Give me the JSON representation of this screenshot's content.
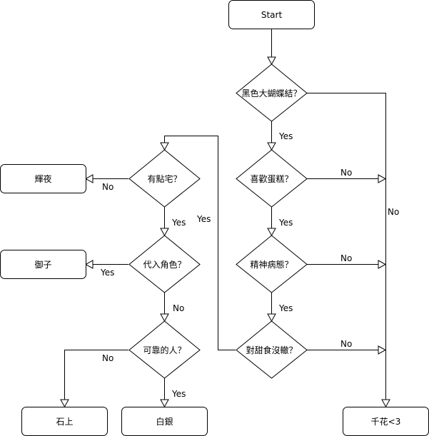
{
  "diagram": {
    "type": "flowchart",
    "nodes": {
      "start": {
        "label": "Start",
        "shape": "terminal"
      },
      "q_black_bow": {
        "label": "黑色大蝴蝶結？",
        "shape": "decision"
      },
      "q_like_cake": {
        "label": "喜歡蛋糕？",
        "shape": "decision"
      },
      "q_mental": {
        "label": "精神病態？",
        "shape": "decision"
      },
      "q_sweets": {
        "label": "對甜食沒轍？",
        "shape": "decision"
      },
      "q_otaku": {
        "label": "有點宅？",
        "shape": "decision"
      },
      "q_roleplay": {
        "label": "代入角色？",
        "shape": "decision"
      },
      "q_reliable": {
        "label": "可靠的人？",
        "shape": "decision"
      },
      "r_kaguya": {
        "label": "輝夜",
        "shape": "terminal"
      },
      "r_miko": {
        "label": "御子",
        "shape": "terminal"
      },
      "r_ishigami": {
        "label": "石上",
        "shape": "terminal"
      },
      "r_shirogane": {
        "label": "白銀",
        "shape": "terminal"
      },
      "r_chika": {
        "label": "千花<3",
        "shape": "terminal"
      }
    },
    "edges": [
      {
        "from": "start",
        "to": "q_black_bow",
        "label": ""
      },
      {
        "from": "q_black_bow",
        "to": "q_like_cake",
        "label": "Yes"
      },
      {
        "from": "q_black_bow",
        "to": "r_chika",
        "label": "No"
      },
      {
        "from": "q_like_cake",
        "to": "r_chika",
        "label": "No"
      },
      {
        "from": "q_like_cake",
        "to": "q_mental",
        "label": "Yes"
      },
      {
        "from": "q_mental",
        "to": "r_chika",
        "label": "No"
      },
      {
        "from": "q_mental",
        "to": "q_sweets",
        "label": "Yes"
      },
      {
        "from": "q_sweets",
        "to": "r_chika",
        "label": "No"
      },
      {
        "from": "q_sweets",
        "to": "q_otaku",
        "label": "Yes"
      },
      {
        "from": "q_otaku",
        "to": "r_kaguya",
        "label": "No"
      },
      {
        "from": "q_otaku",
        "to": "q_roleplay",
        "label": "Yes"
      },
      {
        "from": "q_roleplay",
        "to": "r_miko",
        "label": "Yes"
      },
      {
        "from": "q_roleplay",
        "to": "q_reliable",
        "label": "No"
      },
      {
        "from": "q_reliable",
        "to": "r_ishigami",
        "label": "No"
      },
      {
        "from": "q_reliable",
        "to": "r_shirogane",
        "label": "Yes"
      }
    ]
  }
}
